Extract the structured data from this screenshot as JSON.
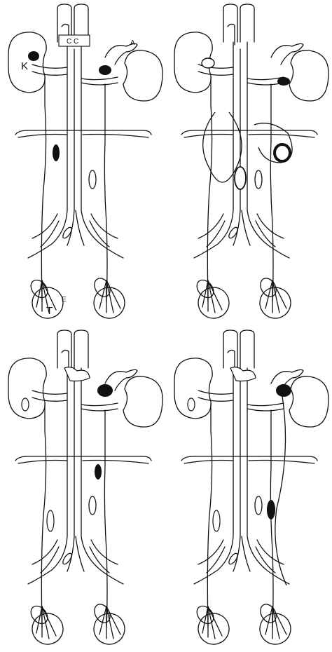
{
  "panels": [
    {
      "id": "panel-1",
      "labels": {
        "kidney": "K",
        "cc": "C C",
        "adrenal": "A",
        "testis": "T",
        "epididymis": "E"
      }
    },
    {
      "id": "panel-2"
    },
    {
      "id": "panel-3"
    },
    {
      "id": "panel-4"
    }
  ],
  "colors": {
    "ink": "#111111",
    "paper": "#ffffff"
  }
}
